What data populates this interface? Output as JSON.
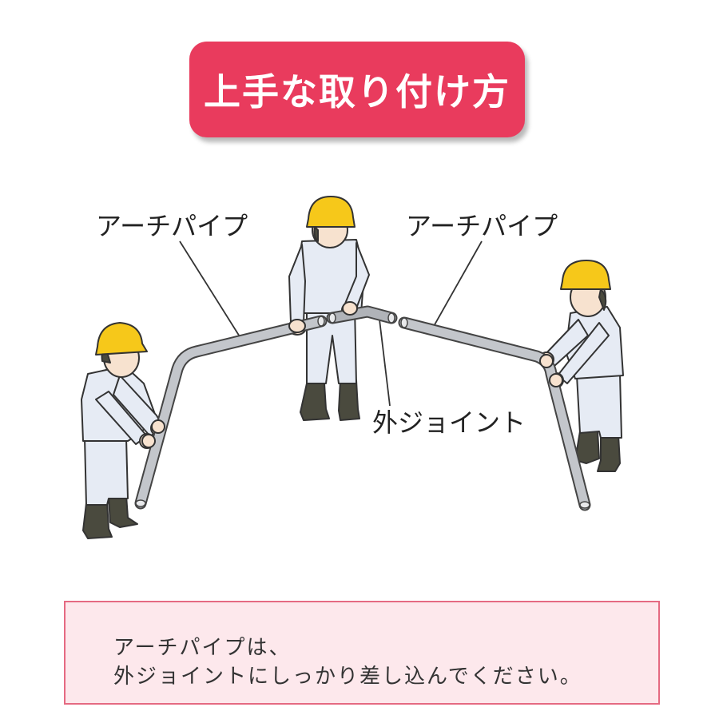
{
  "title": "上手な取り付け方",
  "labels": {
    "arch_pipe_left": "アーチパイプ",
    "arch_pipe_right": "アーチパイプ",
    "outer_joint": "外ジョイント"
  },
  "note": {
    "line1": "アーチパイプは、",
    "line2": "外ジョイントにしっかり差し込んでください。"
  },
  "colors": {
    "banner": "#e93b5d",
    "helmet": "#f6c81a",
    "suit": "#e6ebf4",
    "boots": "#4a4a3e",
    "pipe": "#b9bcc1",
    "note_bg": "#fde8ec",
    "note_border": "#e56a82"
  }
}
